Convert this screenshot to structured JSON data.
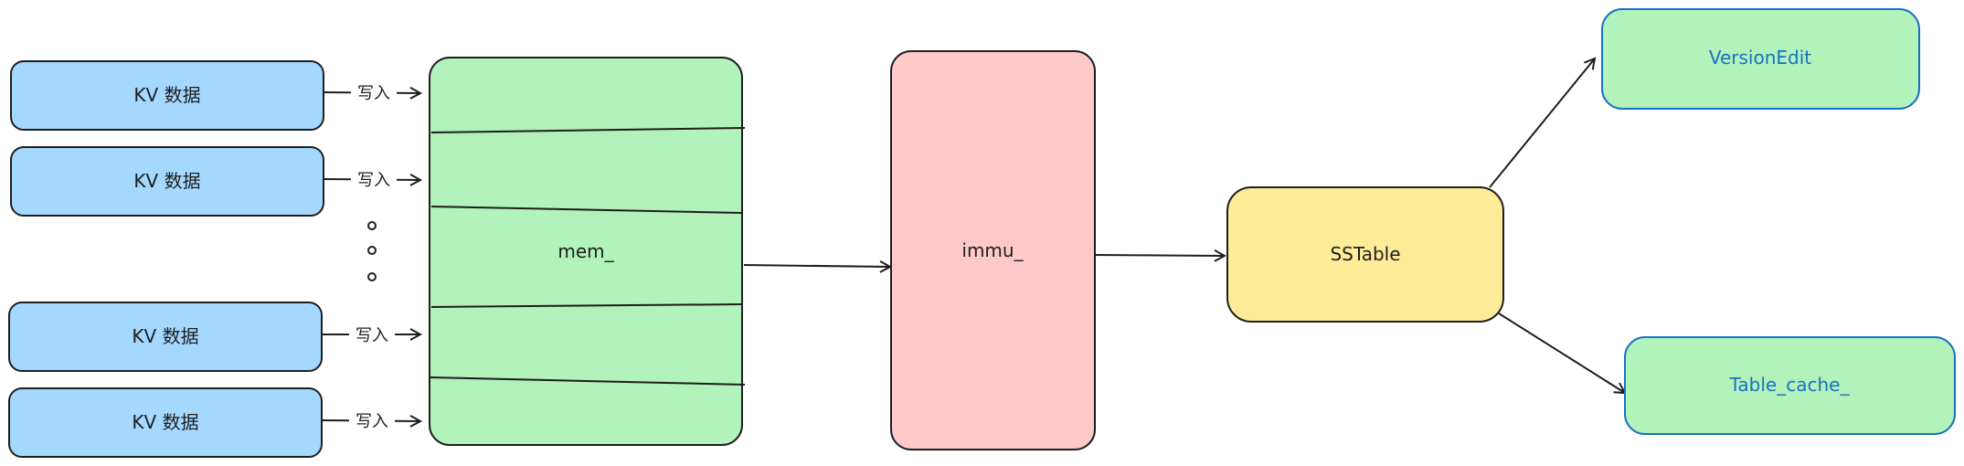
{
  "colors": {
    "kv_fill": "#a5d8ff",
    "mem_fill": "#b2f2bb",
    "immu_fill": "#ffc9c9",
    "sstable_fill": "#ffec99",
    "meta_fill": "#b2f2bb",
    "meta_stroke": "#1971c2",
    "stroke": "#1e1e1e"
  },
  "nodes": {
    "kv1": "KV 数据",
    "kv2": "KV 数据",
    "kv3": "KV 数据",
    "kv4": "KV 数据",
    "mem": "mem_",
    "immu": "immu_",
    "sstable": "SSTable",
    "version_edit": "VersionEdit",
    "table_cache": "Table_cache_"
  },
  "edges": {
    "write1": "写入",
    "write2": "写入",
    "write3": "写入",
    "write4": "写入"
  }
}
